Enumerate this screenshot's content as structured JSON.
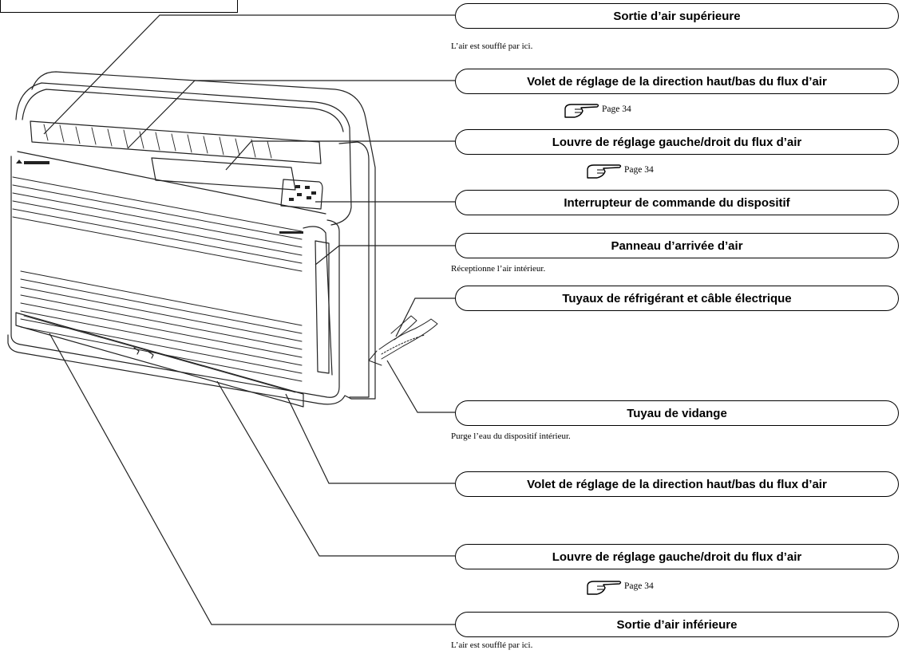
{
  "labels": {
    "top_outlet": "Sortie d’air supérieure",
    "vane_upper": "Volet de réglage de la direction haut/bas du flux d’air",
    "louver_upper": "Louvre de réglage gauche/droit du flux d’air",
    "control_switch": "Interrupteur de commande du dispositif",
    "intake_panel": "Panneau d’arrivée d’air",
    "pipes": "Tuyaux de réfrigérant et câble électrique",
    "drain": "Tuyau de vidange",
    "vane_lower": "Volet de réglage de la direction haut/bas du flux d’air",
    "louver_lower": "Louvre de réglage gauche/droit du flux d’air",
    "bottom_outlet": "Sortie d’air inférieure"
  },
  "descriptions": {
    "top_outlet": "L’air est soufflé par ici.",
    "intake_panel": "Réceptionne l’air intérieur.",
    "drain": "Purge l’eau du dispositif intérieur.",
    "bottom_outlet": "L’air est soufflé par ici."
  },
  "page_refs": {
    "vane_upper": "Page 34",
    "louver_upper": "Page 34",
    "louver_lower": "Page 34"
  },
  "icons": {
    "pointing_hand": "pointing-hand-icon"
  }
}
